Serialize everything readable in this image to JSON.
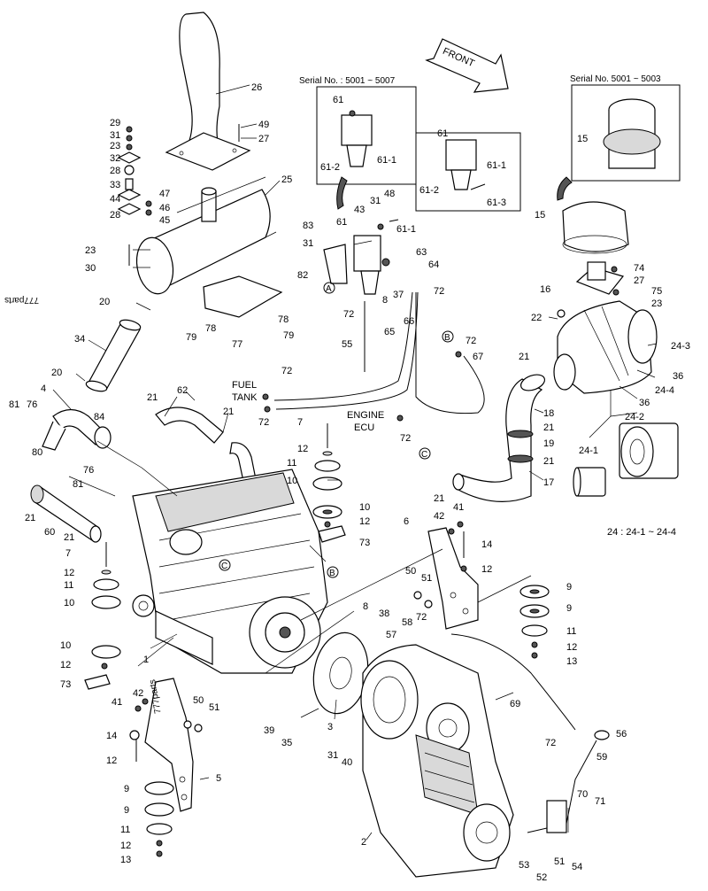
{
  "front_label": "FRONT",
  "serial_left": "Serial No. : 5001 ~ 5007",
  "serial_right": "Serial No.  5001 ~ 5003",
  "fuel_tank": [
    "FUEL",
    "TANK"
  ],
  "engine_ecu": [
    "ENGINE",
    "ECU"
  ],
  "formula": "24 : 24-1 ~ 24-4",
  "watermark": "777parts",
  "watermark2": "777parts",
  "circle_a": "A",
  "circle_b": "B",
  "circle_c": "C",
  "callouts": {
    "c26": "26",
    "c49": "49",
    "c27a": "27",
    "c29": "29",
    "c31a": "31",
    "c23a": "23",
    "c32": "32",
    "c28a": "28",
    "c33": "33",
    "c44": "44",
    "c28b": "28",
    "c47": "47",
    "c46": "46",
    "c45": "45",
    "c25": "25",
    "c23b": "23",
    "c30": "30",
    "c20a": "20",
    "c79a": "79",
    "c78a": "78",
    "c77": "77",
    "c78b": "78",
    "c79b": "79",
    "c34": "34",
    "c20b": "20",
    "c4": "4",
    "c81a": "81",
    "c76a": "76",
    "c84": "84",
    "c80": "80",
    "c76b": "76",
    "c81b": "81",
    "c21a": "21",
    "c62": "62",
    "c21b": "21",
    "c21c": "21",
    "c60": "60",
    "c21d": "21",
    "c7a": "7",
    "c12a": "12",
    "c11a": "11",
    "c10a": "10",
    "c10b": "10",
    "c12b": "12",
    "c73a": "73",
    "c7b": "7",
    "c12c": "12",
    "c11b": "11",
    "c10c": "10",
    "c10d": "10",
    "c12d": "12",
    "c73b": "73",
    "c1": "1",
    "c61a": "61",
    "c612a": "61-2",
    "c611a": "61-1",
    "c61b": "61",
    "c612b": "61-2",
    "c611b": "61-1",
    "c613": "61-3",
    "c83": "83",
    "c61c": "61",
    "c43": "43",
    "c31b": "31",
    "c48": "48",
    "c611c": "61-1",
    "c31c": "31",
    "c82": "82",
    "c63": "63",
    "c64": "64",
    "c37": "37",
    "c8a": "8",
    "c72a": "72",
    "c72b": "72",
    "c55": "55",
    "c65": "65",
    "c66": "66",
    "c72c": "72",
    "c67": "67",
    "c72d": "72",
    "c72e": "72",
    "c72f": "72",
    "c15a": "15",
    "c15b": "15",
    "c74": "74",
    "c27b": "27",
    "c16": "16",
    "c75": "75",
    "c23c": "23",
    "c22": "22",
    "c243": "24-3",
    "c21e": "21",
    "c36a": "36",
    "c244": "24-4",
    "c36b": "36",
    "c18": "18",
    "c21f": "21",
    "c19": "19",
    "c21g": "21",
    "c17": "17",
    "c21h": "21",
    "c242": "24-2",
    "c241": "24-1",
    "c6": "6",
    "c42a": "42",
    "c41a": "41",
    "c14a": "14",
    "c12e": "12",
    "c50a": "50",
    "c51a": "51",
    "c9a": "9",
    "c9b": "9",
    "c11c": "11",
    "c12f": "12",
    "c13a": "13",
    "c8b": "8",
    "c38": "38",
    "c58": "58",
    "c72g": "72",
    "c57": "57",
    "c69": "69",
    "c72h": "72",
    "c56": "56",
    "c59": "59",
    "c70": "70",
    "c71": "71",
    "c53": "53",
    "c52": "52",
    "c51b": "51",
    "c54": "54",
    "c2": "2",
    "c39": "39",
    "c35": "35",
    "c3": "3",
    "c31d": "31",
    "c40": "40",
    "c42b": "42",
    "c41b": "41",
    "c50b": "50",
    "c51c": "51",
    "c14b": "14",
    "c12g": "12",
    "c5": "5",
    "c9c": "9",
    "c9d": "9",
    "c11d": "11",
    "c12h": "12",
    "c13b": "13"
  }
}
